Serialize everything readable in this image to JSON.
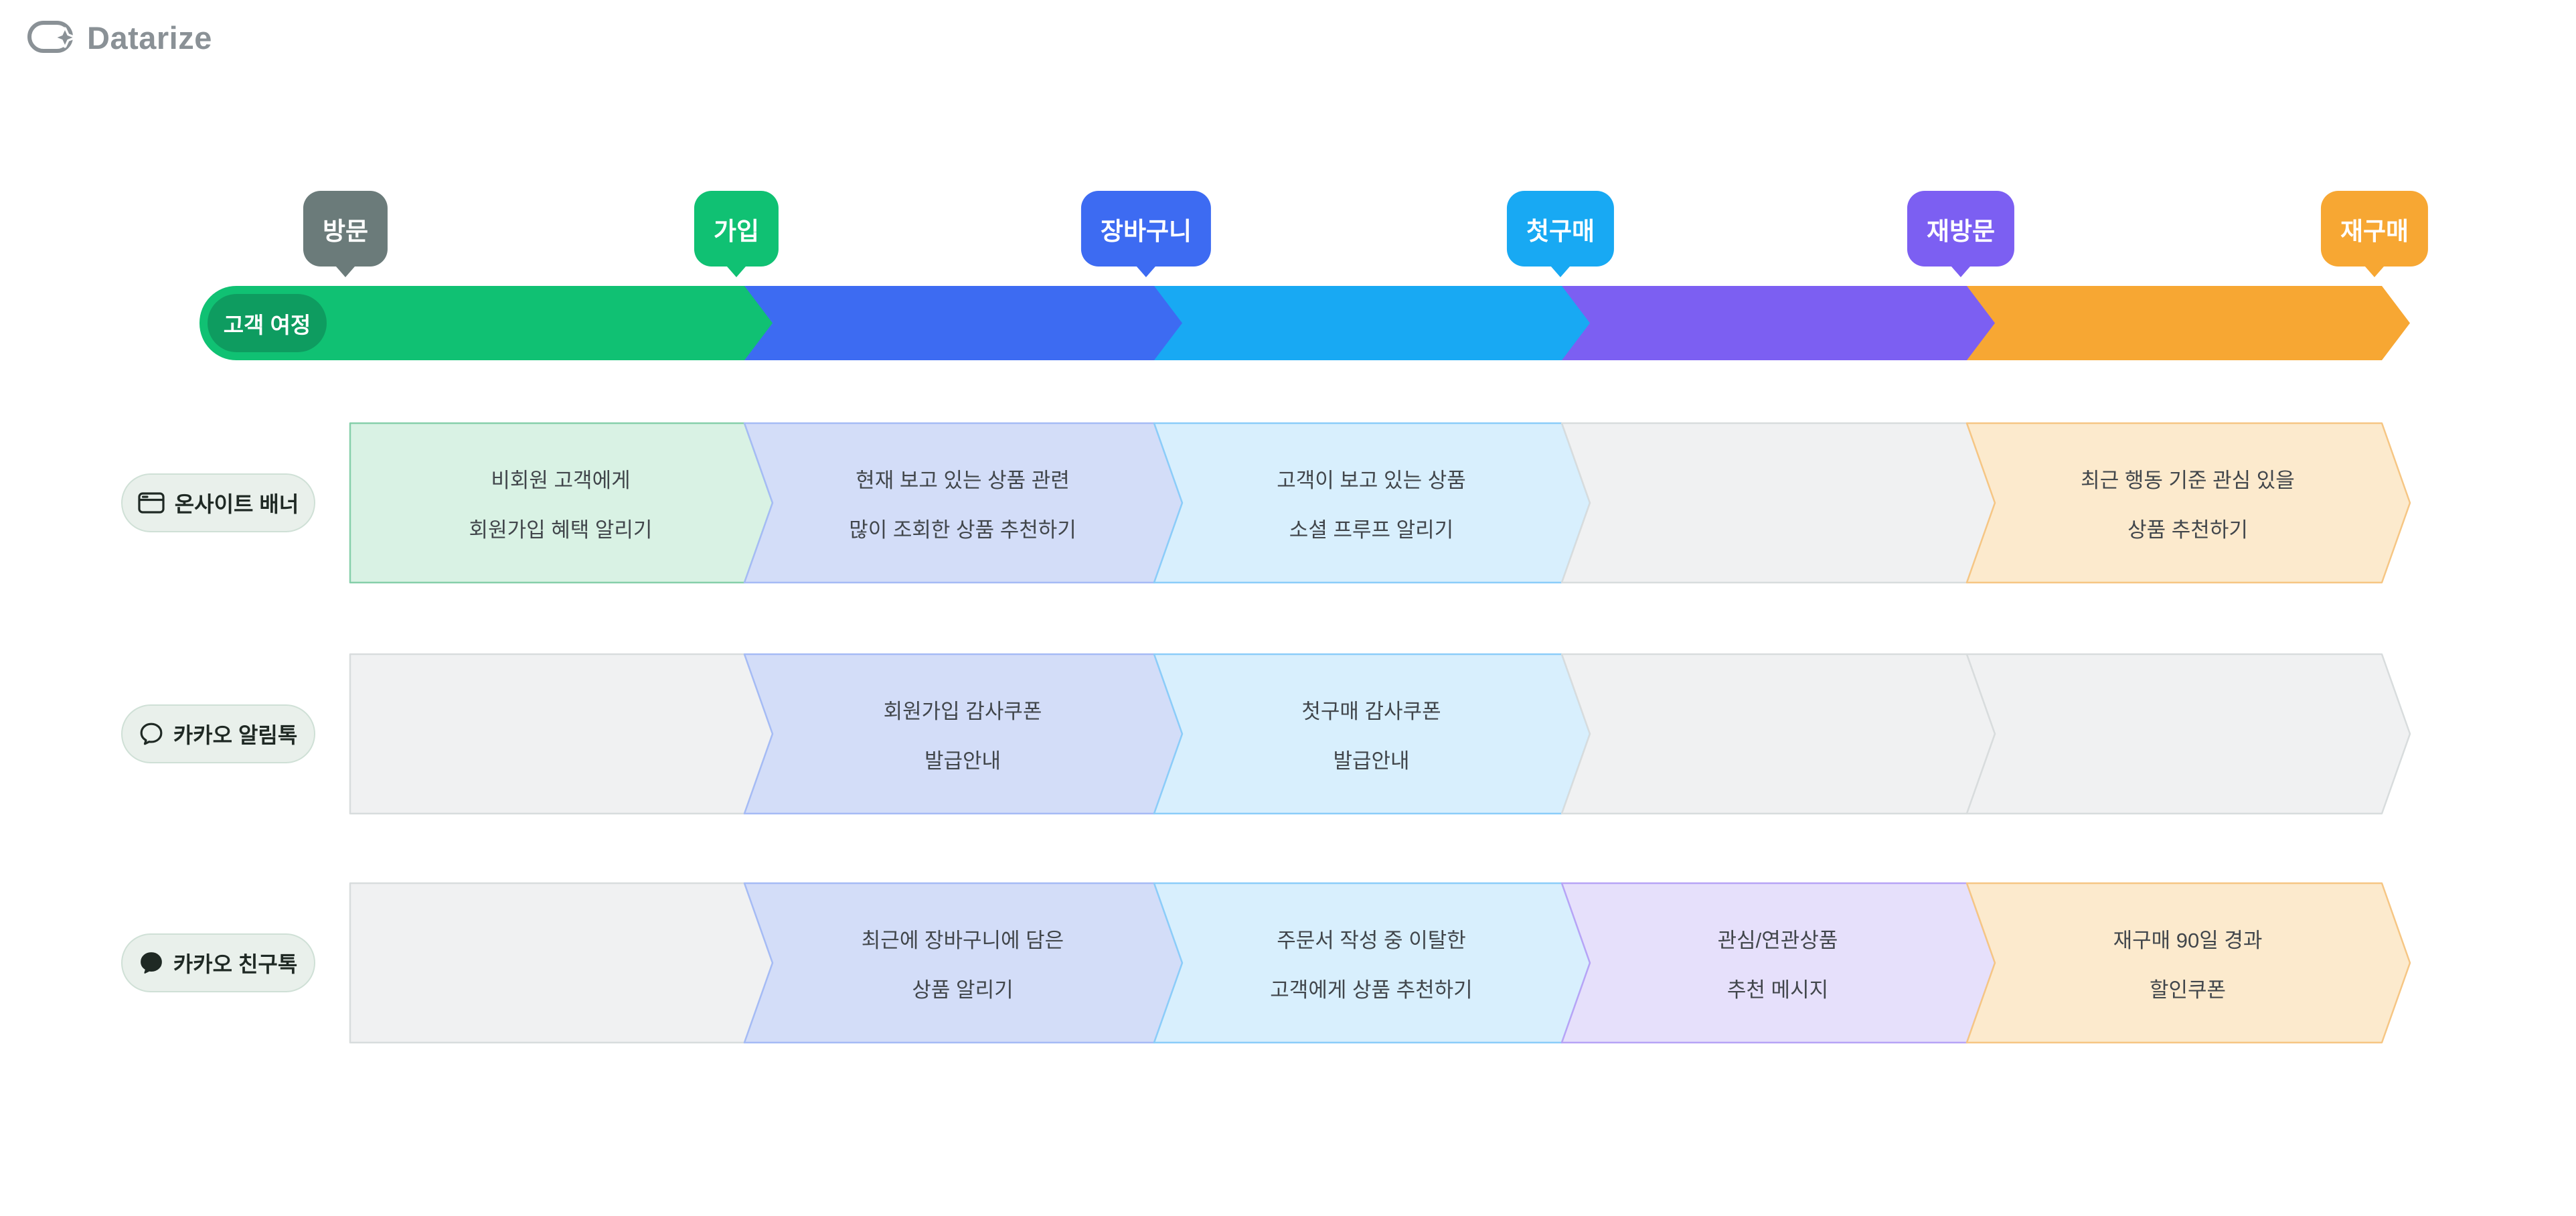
{
  "brand": {
    "name": "Datarize"
  },
  "journey": {
    "label": "고객 여정",
    "stages": [
      {
        "label": "방문",
        "color": "#6B7B7A"
      },
      {
        "label": "가입",
        "color": "#10C173"
      },
      {
        "label": "장바구니",
        "color": "#3D6BF2"
      },
      {
        "label": "첫구매",
        "color": "#18A9F3"
      },
      {
        "label": "재방문",
        "color": "#7C5FF2"
      },
      {
        "label": "재구매",
        "color": "#F7A733"
      }
    ],
    "segment_colors": [
      "#10C173",
      "#3D6BF2",
      "#18A9F3",
      "#7C5FF2",
      "#F7A733"
    ],
    "label_pill_color": "#0E9C60"
  },
  "rows": [
    {
      "label": "온사이트 배너",
      "icon": "browser-window-icon",
      "cells": [
        {
          "theme": "green",
          "lines": [
            "비회원 고객에게",
            "회원가입 혜택 알리기"
          ]
        },
        {
          "theme": "blue",
          "lines": [
            "현재 보고 있는 상품 관련",
            "많이 조회한 상품 추천하기"
          ]
        },
        {
          "theme": "sky",
          "lines": [
            "고객이 보고 있는 상품",
            "소셜 프루프 알리기"
          ]
        },
        {
          "theme": "empty",
          "lines": []
        },
        {
          "theme": "orange",
          "lines": [
            "최근 행동 기준 관심 있을",
            "상품 추천하기"
          ]
        }
      ]
    },
    {
      "label": "카카오 알림톡",
      "icon": "speech-bubble-outline-icon",
      "cells": [
        {
          "theme": "empty",
          "lines": []
        },
        {
          "theme": "blue",
          "lines": [
            "회원가입 감사쿠폰",
            "발급안내"
          ]
        },
        {
          "theme": "sky",
          "lines": [
            "첫구매 감사쿠폰",
            "발급안내"
          ]
        },
        {
          "theme": "empty",
          "lines": []
        },
        {
          "theme": "empty",
          "lines": []
        }
      ]
    },
    {
      "label": "카카오 친구톡",
      "icon": "speech-bubble-filled-icon",
      "cells": [
        {
          "theme": "empty",
          "lines": []
        },
        {
          "theme": "blue",
          "lines": [
            "최근에 장바구니에 담은",
            "상품 알리기"
          ]
        },
        {
          "theme": "sky",
          "lines": [
            "주문서 작성 중 이탈한",
            "고객에게 상품 추천하기"
          ]
        },
        {
          "theme": "purple",
          "lines": [
            "관심/연관상품",
            "추천 메시지"
          ]
        },
        {
          "theme": "orange",
          "lines": [
            "재구매 90일 경과",
            "할인쿠폰"
          ]
        }
      ]
    }
  ],
  "colors": {
    "logo_gray": "#8A9196",
    "cell_text": "#41464B",
    "row_label_bg": "#E9F0EB",
    "row_label_border": "#CFE0D6",
    "row_label_text": "#1F2924",
    "cell_green_bg": "#D9F2E4",
    "cell_green_border": "#86CFAA",
    "cell_blue_bg": "#D3DDF8",
    "cell_blue_border": "#A5BBF5",
    "cell_sky_bg": "#D8EFFD",
    "cell_sky_border": "#8BCDF9",
    "cell_purple_bg": "#E6E0FB",
    "cell_purple_border": "#B7A4F6",
    "cell_orange_bg": "#FCEACD",
    "cell_orange_border": "#F6C684",
    "cell_empty_bg": "#F0F1F2",
    "cell_empty_border": "#D8DCDD"
  }
}
